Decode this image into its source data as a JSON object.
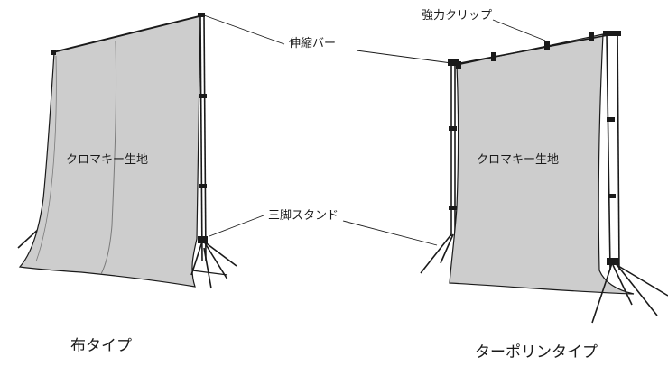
{
  "labels": {
    "strong_clip": "強力クリップ",
    "telescopic_bar": "伸縮バー",
    "tripod_stand": "三脚スタンド",
    "chroma_cloth_left": "クロマキー生地",
    "chroma_cloth_right": "クロマキー生地"
  },
  "captions": {
    "cloth_type": "布タイプ",
    "tarpaulin_type": "ターポリンタイプ"
  },
  "colors": {
    "backdrop": "#cdcdcd",
    "line": "#1a1a1a"
  }
}
